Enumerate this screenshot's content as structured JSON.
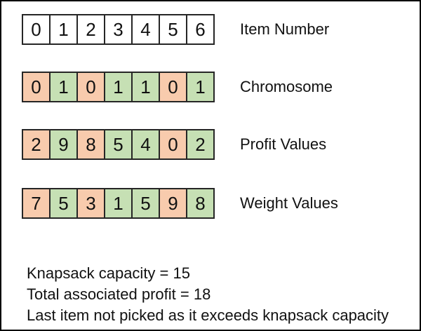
{
  "colors": {
    "white": "#FFFFFF",
    "orange": "#F8CBAD",
    "green": "#C6E0B4",
    "cell_border": "#262626",
    "frame_border": "#000000",
    "text": "#111111"
  },
  "rows": [
    {
      "label": "Item Number",
      "cells": [
        "0",
        "1",
        "2",
        "3",
        "4",
        "5",
        "6"
      ],
      "cell_colors": [
        "white",
        "white",
        "white",
        "white",
        "white",
        "white",
        "white"
      ]
    },
    {
      "label": "Chromosome",
      "cells": [
        "0",
        "1",
        "0",
        "1",
        "1",
        "0",
        "1"
      ],
      "cell_colors": [
        "orange",
        "green",
        "orange",
        "green",
        "green",
        "orange",
        "green"
      ]
    },
    {
      "label": "Profit Values",
      "cells": [
        "2",
        "9",
        "8",
        "5",
        "4",
        "0",
        "2"
      ],
      "cell_colors": [
        "orange",
        "green",
        "orange",
        "green",
        "green",
        "orange",
        "green"
      ]
    },
    {
      "label": "Weight Values",
      "cells": [
        "7",
        "5",
        "3",
        "1",
        "5",
        "9",
        "8"
      ],
      "cell_colors": [
        "orange",
        "green",
        "orange",
        "green",
        "green",
        "orange",
        "green"
      ]
    }
  ],
  "notes": [
    "Knapsack capacity = 15",
    "Total associated profit = 18",
    "Last item not picked as it exceeds knapsack capacity"
  ]
}
